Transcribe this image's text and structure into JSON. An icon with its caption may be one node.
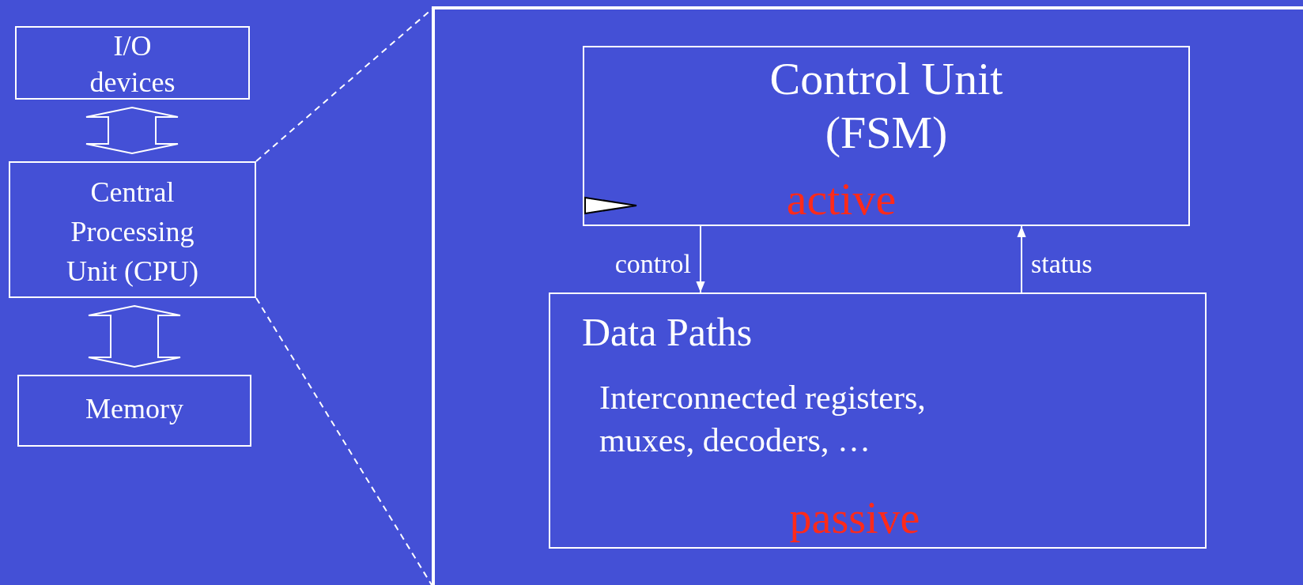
{
  "diagram": {
    "nodes": [
      {
        "text": [
          "I/O devices"
        ]
      },
      {
        "text": [
          "Central Processing Unit (CPU)"
        ]
      },
      {
        "text": [
          "Memory"
        ]
      },
      {
        "text": [],
        "shape": "box"
      },
      {
        "text": [
          "Control Unit (FSM)",
          "active"
        ],
        "in": 3
      },
      {
        "text": [
          "Data Paths",
          "Interconnected registers, muxes, decoders, …",
          "passive"
        ],
        "in": 3
      }
    ],
    "edges": [
      {
        "from": 0,
        "to": 1,
        "arrow": "both",
        "style": "thick"
      },
      {
        "from": 1,
        "to": 2,
        "arrow": "both",
        "style": "thick"
      },
      {
        "from": 1,
        "to": 3,
        "arrow": "none",
        "style": "dashed"
      },
      {
        "from": 1,
        "to": 3,
        "arrow": "none",
        "style": "dashed"
      },
      {
        "from": 4,
        "to": 5,
        "arrow": "to",
        "label": "control"
      },
      {
        "from": 5,
        "to": 4,
        "arrow": "to",
        "label": "status"
      }
    ]
  }
}
